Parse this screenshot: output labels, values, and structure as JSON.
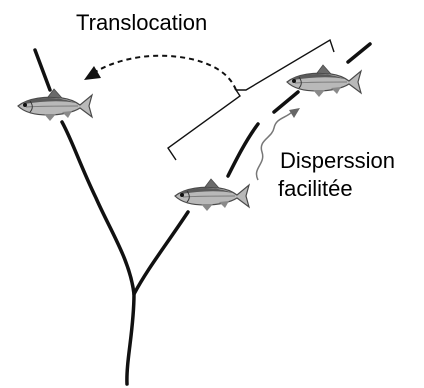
{
  "labels": {
    "translocation": "Translocation",
    "dispersion_line1": "Disperssion",
    "dispersion_line2": "facilitée"
  },
  "icons": [
    "fish-icon",
    "fish-icon",
    "fish-icon"
  ]
}
